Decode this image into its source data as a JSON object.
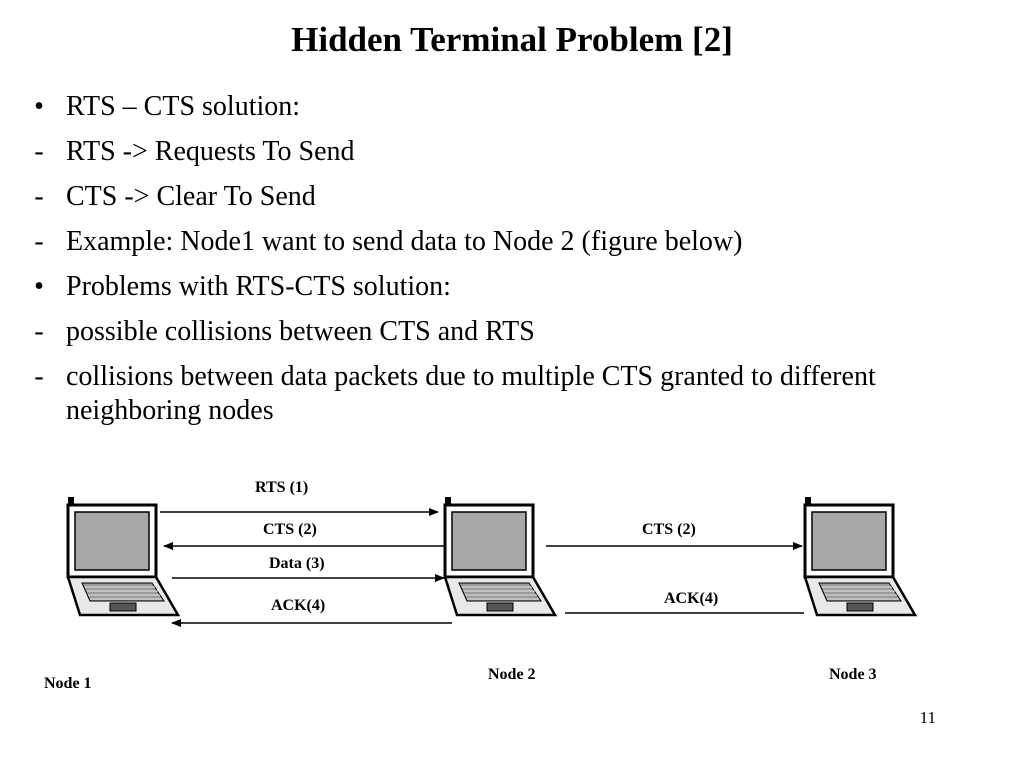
{
  "slide": {
    "title": "Hidden Terminal Problem [2]",
    "page_number": "11"
  },
  "bullets": [
    {
      "marker": "•",
      "text": "RTS – CTS solution:"
    },
    {
      "marker": "-",
      "text": "RTS -> Requests To Send"
    },
    {
      "marker": "-",
      "text": "CTS -> Clear To Send"
    },
    {
      "marker": "-",
      "text": "Example: Node1 want to send data to Node 2 (figure below)"
    },
    {
      "marker": "•",
      "text": "Problems with RTS-CTS solution:"
    },
    {
      "marker": "-",
      "text": "possible collisions between CTS and RTS"
    },
    {
      "marker": "-",
      "text": "collisions between data packets due to multiple CTS granted to different neighboring nodes"
    }
  ],
  "diagram": {
    "nodes": [
      {
        "label": "Node 1",
        "icon": "laptop-icon"
      },
      {
        "label": "Node 2",
        "icon": "laptop-icon"
      },
      {
        "label": "Node 3",
        "icon": "laptop-icon"
      }
    ],
    "messages": {
      "rts": "RTS (1)",
      "cts_node1": "CTS (2)",
      "data": "Data (3)",
      "ack_node1": "ACK(4)",
      "cts_node3": "CTS (2)",
      "ack_node3": "ACK(4)"
    }
  }
}
